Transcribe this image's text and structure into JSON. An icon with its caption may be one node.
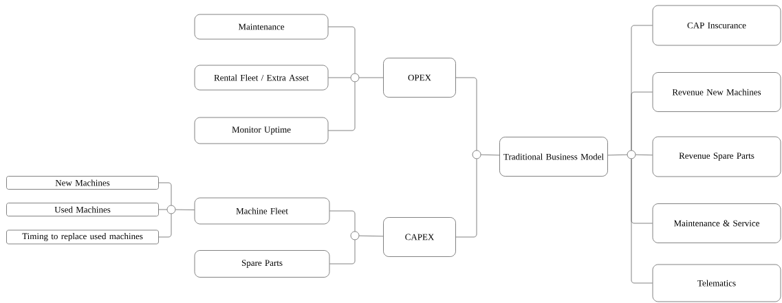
{
  "diagram": {
    "nodes": [
      {
        "text": [
          "Maintenance"
        ]
      },
      {
        "text": [
          "Rental Fleet / Extra Asset"
        ]
      },
      {
        "text": [
          "Monitor Uptime"
        ]
      },
      {
        "text": [],
        "shape": "circle"
      },
      {
        "text": [
          "OPEX"
        ]
      },
      {
        "text": [],
        "shape": "circle"
      },
      {
        "text": [
          "Traditional Business Model"
        ]
      },
      {
        "text": [],
        "shape": "circle"
      },
      {
        "text": [
          "CAP Inscurance"
        ]
      },
      {
        "text": [
          "Revenue New Machines"
        ]
      },
      {
        "text": [
          "Revenue Spare Parts"
        ]
      },
      {
        "text": [
          "Maintenance & Service"
        ]
      },
      {
        "text": [
          "Telematics"
        ]
      },
      {
        "text": [
          "New Machines"
        ]
      },
      {
        "text": [
          "Used Machines"
        ]
      },
      {
        "text": [
          "Timing to replace used machines"
        ]
      },
      {
        "text": [],
        "shape": "circle"
      },
      {
        "text": [
          "Machine Fleet"
        ]
      },
      {
        "text": [
          "Spare Parts"
        ]
      },
      {
        "text": [],
        "shape": "circle"
      },
      {
        "text": [
          "CAPEX"
        ]
      }
    ],
    "edges": [
      {
        "from": 0,
        "to": 3,
        "arrow": "none"
      },
      {
        "from": 1,
        "to": 3,
        "arrow": "none"
      },
      {
        "from": 2,
        "to": 3,
        "arrow": "none"
      },
      {
        "from": 3,
        "to": 4,
        "arrow": "none"
      },
      {
        "from": 4,
        "to": 5,
        "arrow": "none"
      },
      {
        "from": 20,
        "to": 5,
        "arrow": "none"
      },
      {
        "from": 5,
        "to": 6,
        "arrow": "none"
      },
      {
        "from": 6,
        "to": 7,
        "arrow": "none"
      },
      {
        "from": 7,
        "to": 8,
        "arrow": "none"
      },
      {
        "from": 7,
        "to": 9,
        "arrow": "none"
      },
      {
        "from": 7,
        "to": 10,
        "arrow": "none"
      },
      {
        "from": 7,
        "to": 11,
        "arrow": "none"
      },
      {
        "from": 7,
        "to": 12,
        "arrow": "none"
      },
      {
        "from": 13,
        "to": 16,
        "arrow": "none"
      },
      {
        "from": 14,
        "to": 16,
        "arrow": "none"
      },
      {
        "from": 15,
        "to": 16,
        "arrow": "none"
      },
      {
        "from": 16,
        "to": 17,
        "arrow": "none"
      },
      {
        "from": 17,
        "to": 19,
        "arrow": "none"
      },
      {
        "from": 18,
        "to": 19,
        "arrow": "none"
      },
      {
        "from": 19,
        "to": 20,
        "arrow": "none"
      }
    ]
  }
}
